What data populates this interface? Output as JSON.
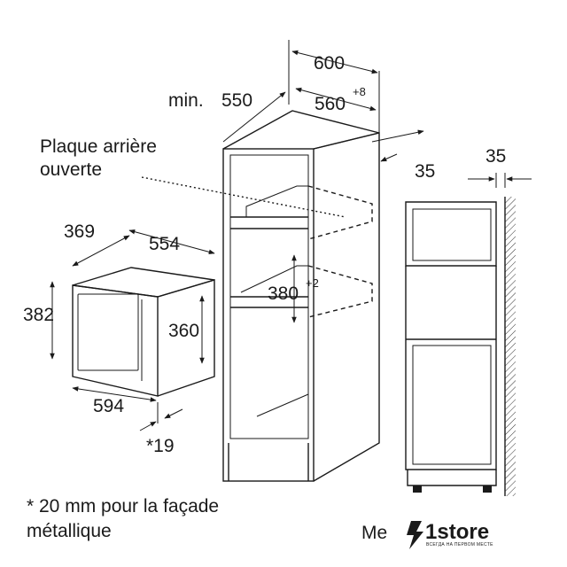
{
  "dimensions": {
    "cabinet_width": "600",
    "min_depth_prefix": "min.",
    "min_depth_value": "550",
    "niche_width": "560",
    "niche_width_tol": "+8",
    "cabinet_gap": "35",
    "side_gap": "35",
    "niche_height": "380",
    "niche_height_tol": "+2",
    "oven_depth": "369",
    "oven_width_outer": "554",
    "oven_height": "382",
    "oven_inner_height": "360",
    "oven_width": "594",
    "facade_offset": "*19"
  },
  "labels": {
    "rear_panel_line1": "Plaque arrière",
    "rear_panel_line2": "ouverte",
    "footnote_line1": "* 20 mm pour la façade",
    "footnote_line2": "métallique",
    "truncated": "Me"
  },
  "logo": {
    "text": "1store",
    "tagline": "ВСЕГДА НА ПЕРВОМ МЕСТЕ",
    "icon": "lightning-icon"
  }
}
